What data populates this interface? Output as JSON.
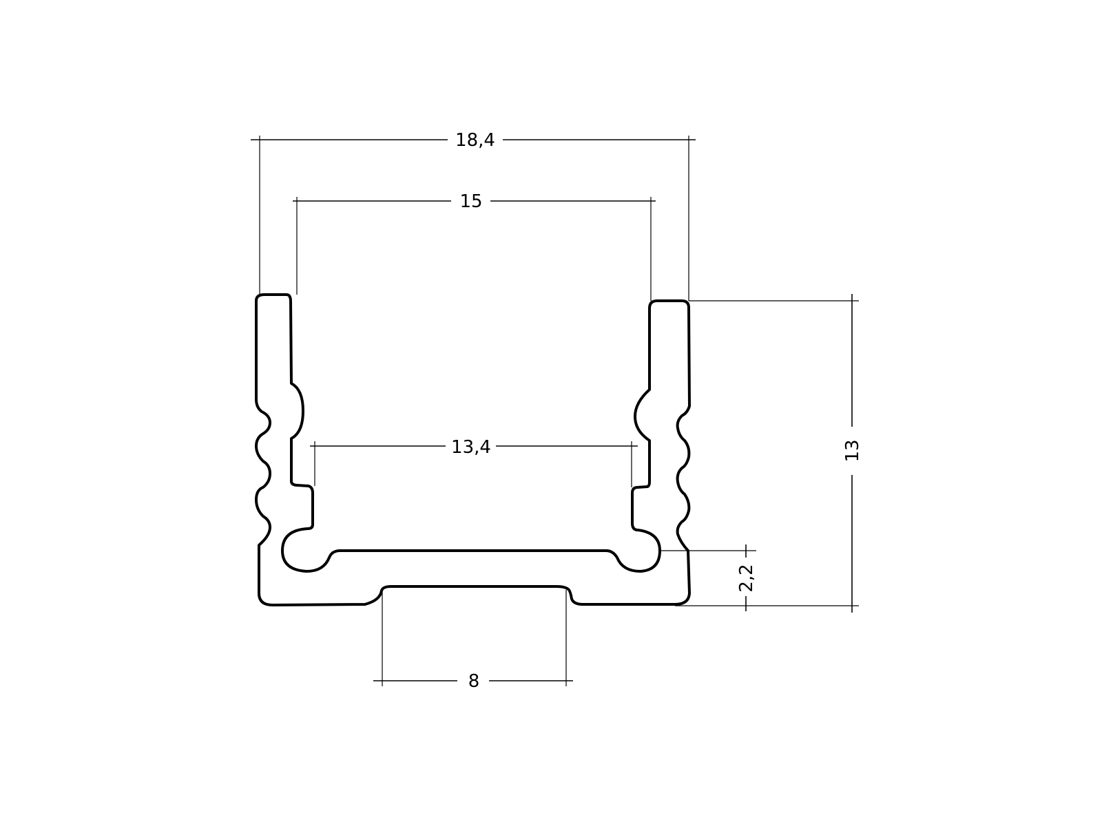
{
  "drawing": {
    "type": "technical-cross-section",
    "subject": "U-shaped aluminium profile",
    "line_color": "#000000",
    "background": "#ffffff"
  },
  "dimensions": {
    "overall_width": {
      "label": "18,4",
      "value": 18.4
    },
    "inner_top_width": {
      "label": "15",
      "value": 15
    },
    "inner_channel_width": {
      "label": "13,4",
      "value": 13.4
    },
    "base_foot_width": {
      "label": "8",
      "value": 8
    },
    "overall_height": {
      "label": "13",
      "value": 13
    },
    "base_thickness": {
      "label": "2,2",
      "value": 2.2
    }
  }
}
